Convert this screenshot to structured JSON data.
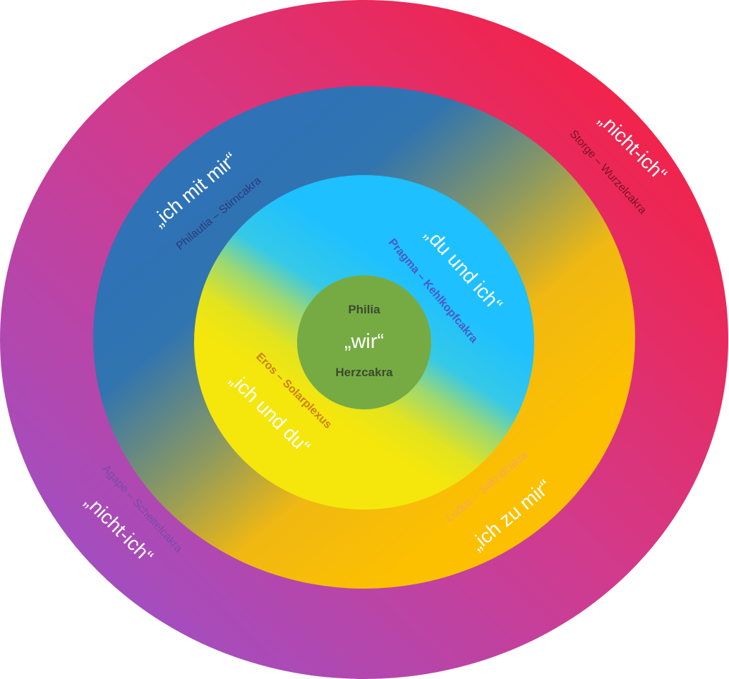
{
  "center": {
    "top": "Philia",
    "middle": "„wir“",
    "bottom": "Herzcakra",
    "color": "#76ab44"
  },
  "inner_ring": {
    "quote_top_right": "„du und ich“",
    "name_top_right": "Pragma – Kehlkopfcakra",
    "quote_bottom_left": "„ich und du“",
    "name_bottom_left": "Eros – Solarplexus",
    "colors": {
      "cyan": "#1ec0ff",
      "yellow": "#f5e60c"
    }
  },
  "middle_ring": {
    "quote_top_left": "„ich mit mir“",
    "name_top_left": "Philautia – Stirncakra",
    "quote_bottom_right": "„ich zu mir“",
    "name_bottom_right": "Ludus – Sakralcakra",
    "colors": {
      "blue": "#2f72b6",
      "orange": "#fcc000"
    }
  },
  "outer_ring": {
    "quote_top_right": "„nicht-ich“",
    "name_top_right": "Storge – Wurzelcakra",
    "quote_bottom_left": "„nicht-ich“",
    "name_bottom_left": "Agape – Scheitelcakra",
    "colors": {
      "red": "#f81e3c",
      "purple": "#9b51c8"
    }
  }
}
